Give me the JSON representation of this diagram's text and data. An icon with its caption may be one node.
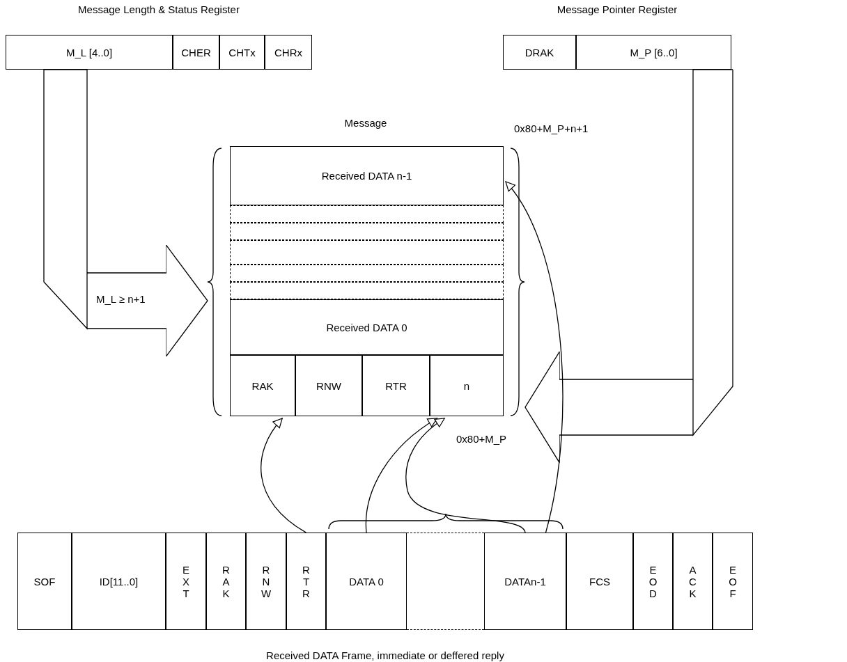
{
  "diagram": {
    "nodes": [
      {
        "text": [
          "Message Length & Status Register"
        ]
      },
      {
        "text": [
          "M_L [4..0]"
        ],
        "in": 0
      },
      {
        "text": [
          "CHER"
        ],
        "in": 0
      },
      {
        "text": [
          "CHTx"
        ],
        "in": 0
      },
      {
        "text": [
          "CHRx"
        ],
        "in": 0
      },
      {
        "text": [
          "Message Pointer Register"
        ]
      },
      {
        "text": [
          "DRAK"
        ],
        "in": 5
      },
      {
        "text": [
          "M_P [6..0]"
        ],
        "in": 5
      },
      {
        "text": [
          "Message"
        ]
      },
      {
        "text": [
          "Received DATA n-1"
        ],
        "in": 8
      },
      {
        "text": [],
        "shape": "box",
        "in": 8
      },
      {
        "text": [],
        "shape": "box",
        "in": 8
      },
      {
        "text": [],
        "shape": "box",
        "in": 8
      },
      {
        "text": [],
        "shape": "box",
        "in": 8
      },
      {
        "text": [],
        "shape": "box",
        "in": 8
      },
      {
        "text": [
          "Received DATA 0"
        ],
        "in": 8
      },
      {
        "text": [
          "RAK"
        ],
        "in": 8
      },
      {
        "text": [
          "RNW"
        ],
        "in": 8
      },
      {
        "text": [
          "RTR"
        ],
        "in": 8
      },
      {
        "text": [
          "n"
        ],
        "in": 8
      },
      {
        "text": [
          "Received DATA Frame, immediate or deffered reply"
        ]
      },
      {
        "text": [
          "SOF"
        ],
        "in": 20
      },
      {
        "text": [
          "ID[11..0]"
        ],
        "in": 20
      },
      {
        "text": [
          "E X T"
        ],
        "in": 20
      },
      {
        "text": [
          "R A K"
        ],
        "in": 20
      },
      {
        "text": [
          "R N W"
        ],
        "in": 20
      },
      {
        "text": [
          "R T R"
        ],
        "in": 20
      },
      {
        "text": [
          "DATA 0"
        ],
        "in": 20
      },
      {
        "text": [],
        "shape": "box",
        "in": 20
      },
      {
        "text": [
          "DATAn-1"
        ],
        "in": 20
      },
      {
        "text": [
          "FCS"
        ],
        "in": 20
      },
      {
        "text": [
          "E O D"
        ],
        "in": 20
      },
      {
        "text": [
          "A C K"
        ],
        "in": 20
      },
      {
        "text": [
          "E O F"
        ],
        "in": 20
      }
    ],
    "edges": [
      {
        "from": 1,
        "to": 8,
        "arrow": "to",
        "label": "M_L ≥ n+1"
      },
      {
        "from": 7,
        "to": 8,
        "arrow": "to"
      },
      {
        "from": 26,
        "to": 16,
        "arrow": "to"
      },
      {
        "from": 27,
        "to": 19,
        "arrow": "to"
      },
      {
        "from": 29,
        "to": 19,
        "arrow": "to"
      },
      {
        "from": 29,
        "to": 9,
        "arrow": "to"
      }
    ],
    "labels": [
      "0x80+M_P+n+1",
      "0x80+M_P"
    ]
  }
}
